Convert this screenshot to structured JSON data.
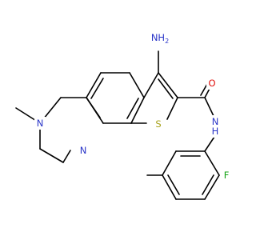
{
  "molecule": {
    "colors": {
      "bond": "#000000",
      "carbon": "#000000",
      "nitrogen": "#2a35c8",
      "oxygen": "#e0110d",
      "sulfur": "#a7a11a",
      "fluorine": "#16a317"
    },
    "atoms": {
      "nh2": "NH2",
      "amide_nh": "N H",
      "ring_n_methyl": "N",
      "pyridine_n": "N",
      "thiophene_s": "S",
      "carbonyl_o": "O",
      "fluorine": "F"
    }
  }
}
